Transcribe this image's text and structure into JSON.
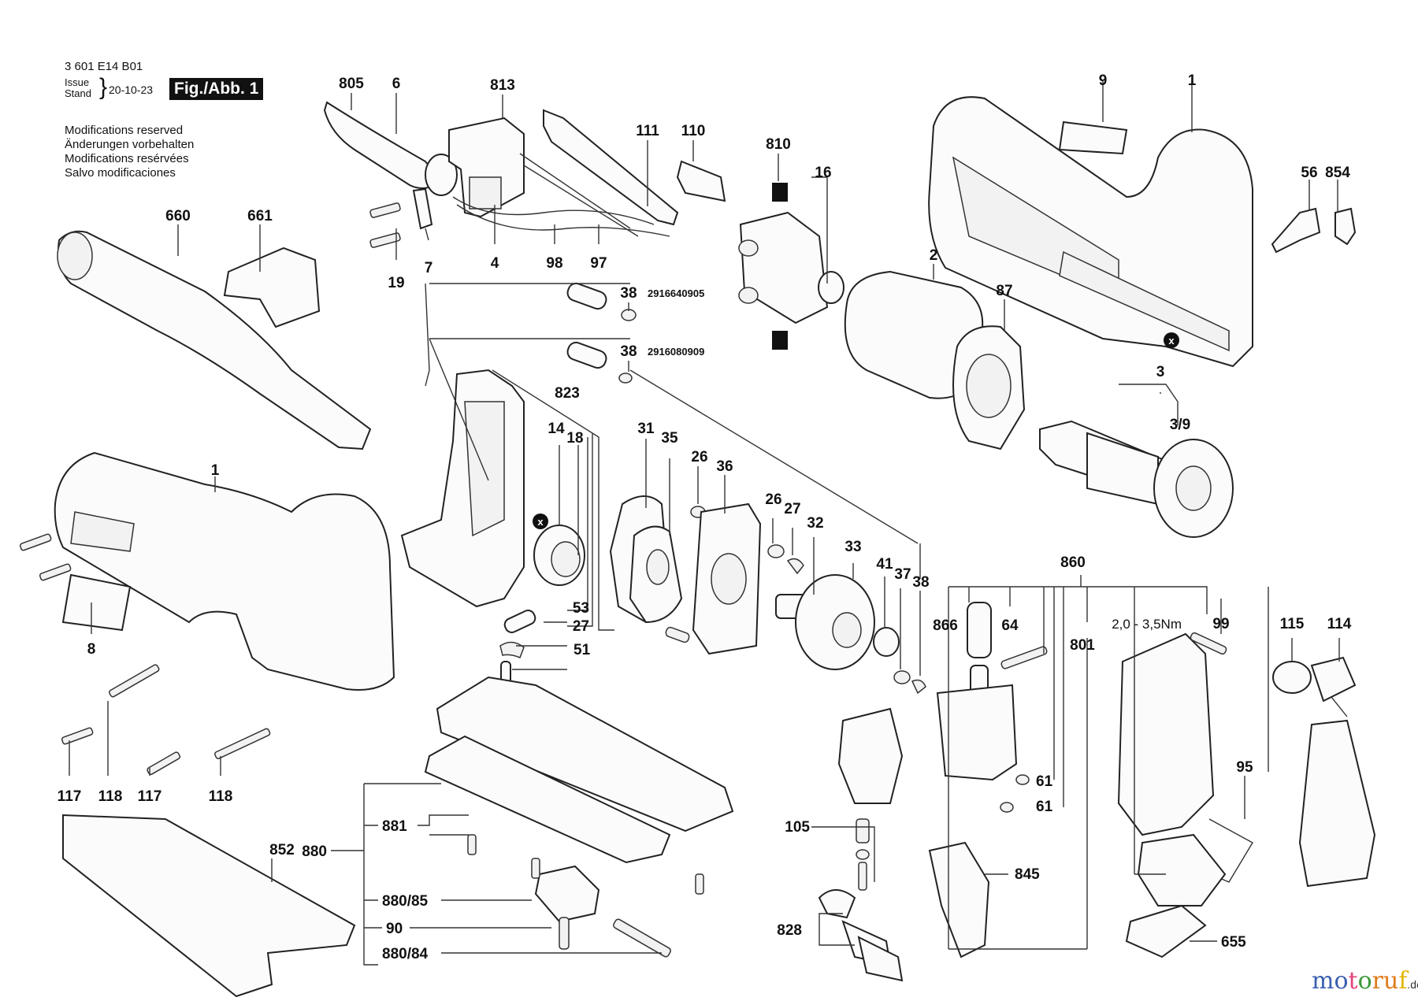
{
  "header": {
    "part_code": "3 601 E14 B01",
    "issue_label_1": "Issue",
    "issue_label_2": "Stand",
    "issue_date": "20-10-23",
    "figure_label": "Fig./Abb. 1",
    "modifications": [
      "Modifications reserved",
      "Änderungen vorbehalten",
      "Modifications resérvées",
      "Salvo modificaciones"
    ]
  },
  "callouts": {
    "c805": "805",
    "c6": "6",
    "c813": "813",
    "c111": "111",
    "c110": "110",
    "c810": "810",
    "c16": "16",
    "c9": "9",
    "c1a": "1",
    "c56": "56",
    "c854": "854",
    "c660": "660",
    "c661": "661",
    "c19": "19",
    "c7": "7",
    "c4": "4",
    "c98": "98",
    "c97": "97",
    "c38a": "38",
    "c38a_pn": "2916640905",
    "c38b": "38",
    "c38b_pn": "2916080909",
    "c2": "2",
    "c87": "87",
    "c3": "3",
    "c39": "3/9",
    "c823": "823",
    "c14": "14",
    "c18": "18",
    "c31": "31",
    "c35": "35",
    "c26a": "26",
    "c36": "36",
    "c26b": "26",
    "c27a": "27",
    "c32": "32",
    "c33": "33",
    "c41": "41",
    "c37": "37",
    "c38c": "38",
    "c1b": "1",
    "c8": "8",
    "c53": "53",
    "c27b": "27",
    "c51": "51",
    "c117a": "117",
    "c118a": "118",
    "c117b": "117",
    "c118b": "118",
    "c860": "860",
    "c866": "866",
    "c64": "64",
    "c801": "801",
    "c99_torque": "2,0 - 3,5Nm",
    "c99": "99",
    "c115": "115",
    "c114": "114",
    "c61a": "61",
    "c61b": "61",
    "c95": "95",
    "c105": "105",
    "c845": "845",
    "c828": "828",
    "c655": "655",
    "c852": "852",
    "c880": "880",
    "c881": "881",
    "c880_85": "880/85",
    "c90": "90",
    "c880_84": "880/84"
  },
  "special_marks": {
    "x_marker": "x"
  },
  "watermark": {
    "letters": [
      "m",
      "o",
      "t",
      "o",
      "r",
      "u",
      "f"
    ],
    "colors": [
      "#3b5fb0",
      "#3b5fb0",
      "#e0437a",
      "#3a9a3a",
      "#e07b1a",
      "#e07b1a",
      "#e2b500"
    ],
    "suffix": ".de"
  }
}
